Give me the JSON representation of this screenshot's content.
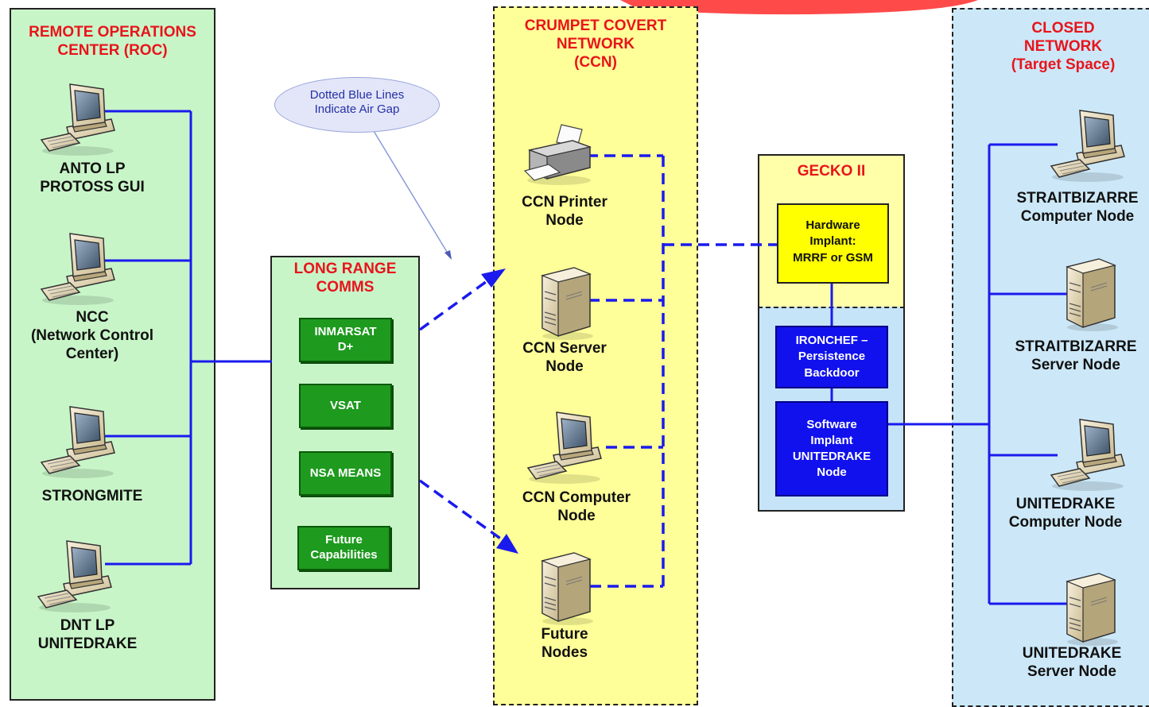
{
  "colors": {
    "roc_bg": "#c8f5c8",
    "ccn_bg": "#ffff99",
    "closed_bg": "#cce8f8",
    "gecko_top_bg": "#ffffaa",
    "gecko_bottom_bg": "#c6e4f8",
    "implant_yellow": "#ffff00",
    "green_button": "#1e9a1e",
    "blue_box": "#1111ee",
    "wire_blue": "#1a1aee",
    "title_red": "#e8141b",
    "callout_bg": "#e3e6f8"
  },
  "roc": {
    "title": "REMOTE OPERATIONS\nCENTER  (ROC)",
    "nodes": [
      {
        "label": "ANTO LP\nPROTOSS GUI",
        "icon": "desktop-computer-icon"
      },
      {
        "label": "NCC\n(Network Control\nCenter)",
        "icon": "desktop-computer-icon"
      },
      {
        "label": "STRONGMITE",
        "icon": "desktop-computer-icon"
      },
      {
        "label": "DNT LP\nUNITEDRAKE",
        "icon": "desktop-computer-icon"
      }
    ]
  },
  "callout": {
    "text": "Dotted Blue Lines\nIndicate Air Gap"
  },
  "comms": {
    "title": "LONG RANGE\nCOMMS",
    "items": [
      "INMARSAT\nD+",
      "VSAT",
      "NSA MEANS",
      "Future\nCapabilities"
    ]
  },
  "ccn": {
    "title": "CRUMPET COVERT\nNETWORK\n(CCN)",
    "nodes": [
      {
        "label": "CCN Printer\nNode",
        "icon": "printer-icon"
      },
      {
        "label": "CCN Server\nNode",
        "icon": "server-tower-icon"
      },
      {
        "label": "CCN Computer\nNode",
        "icon": "desktop-computer-icon"
      },
      {
        "label": "Future\nNodes",
        "icon": "server-tower-icon"
      }
    ]
  },
  "gecko": {
    "title": "GECKO II",
    "hardware": "Hardware\nImplant:\nMRRF or GSM",
    "ironchef": "IRONCHEF –\nPersistence\nBackdoor",
    "software": "Software\nImplant\nUNITEDRAKE\nNode"
  },
  "closed": {
    "title": "CLOSED\nNETWORK\n(Target Space)",
    "nodes": [
      {
        "label": "STRAITBIZARRE\nComputer Node",
        "icon": "desktop-computer-icon"
      },
      {
        "label": "STRAITBIZARRE\nServer Node",
        "icon": "server-tower-icon"
      },
      {
        "label": "UNITEDRAKE\nComputer Node",
        "icon": "desktop-computer-icon"
      },
      {
        "label": "UNITEDRAKE\nServer Node",
        "icon": "server-tower-icon"
      }
    ]
  }
}
